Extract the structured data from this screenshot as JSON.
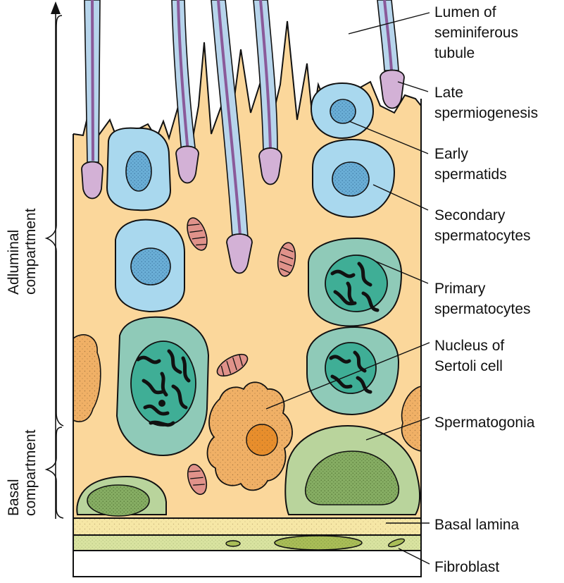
{
  "labels": {
    "lumen": [
      "Lumen of",
      "seminiferous",
      "tubule"
    ],
    "late_spermiogenesis": [
      "Late",
      "spermiogenesis"
    ],
    "early_spermatids": [
      "Early",
      "spermatids"
    ],
    "secondary_spermatocytes": [
      "Secondary",
      "spermatocytes"
    ],
    "primary_spermatocytes": [
      "Primary",
      "spermatocytes"
    ],
    "nucleus_sertoli": [
      "Nucleus of",
      "Sertoli cell"
    ],
    "spermatogonia": [
      "Spermatogonia"
    ],
    "basal_lamina": [
      "Basal lamina"
    ],
    "fibroblast": [
      "Fibroblast"
    ]
  },
  "compartments": {
    "adluminal": [
      "Adluminal",
      "compartment"
    ],
    "basal": [
      "Basal",
      "compartment"
    ]
  },
  "colors": {
    "sertoli_cytoplasm": "#fbd79b",
    "spermatid_blue": "#a9d8ee",
    "nucleus_blue": "#6aaed6",
    "primary_green": "#8fcab8",
    "chromosome_teal": "#3fae96",
    "spermatogonia_green": "#b9d49c",
    "spermatogonia_nucleus": "#86ad63",
    "sertoli_nucleus": "#f0b066",
    "nucleolus": "#e88e2c",
    "mitochondria": "#e0928a",
    "tail_purple": "#8a5a9a",
    "tail_sheath": "#b7d5ec",
    "head_purple": "#d3b1d6",
    "basal_lamina": "#f6e7a6",
    "fibroblast_layer": "#d9e3a0",
    "fibroblast_nucleus": "#a9bd57",
    "outline": "#111111"
  }
}
